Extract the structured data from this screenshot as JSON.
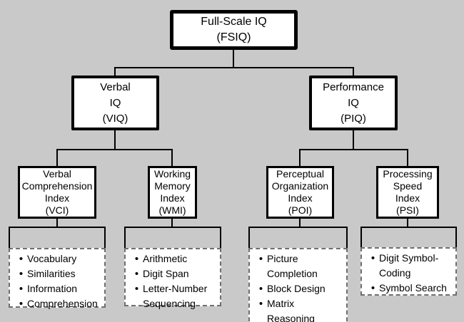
{
  "colors": {
    "background": "#c9c9c9",
    "box_fill": "#ffffff",
    "line": "#000000",
    "dashed_border": "#6f6f6f"
  },
  "bullet_icon": "•",
  "nodes": {
    "fsiq": {
      "line1": "Full-Scale IQ",
      "line2": "(FSIQ)"
    },
    "viq": {
      "line1": "Verbal",
      "line2": "IQ",
      "line3": "(VIQ)"
    },
    "piq": {
      "line1": "Performance",
      "line2": "IQ",
      "line3": "(PIQ)"
    },
    "vci": {
      "line1": "Verbal",
      "line2": "Comprehension",
      "line3": "Index",
      "line4": "(VCI)"
    },
    "wmi": {
      "line1": "Working",
      "line2": "Memory",
      "line3": "Index",
      "line4": "(WMI)"
    },
    "poi": {
      "line1": "Perceptual",
      "line2": "Organization",
      "line3": "Index",
      "line4": "(POI)"
    },
    "psi": {
      "line1": "Processing",
      "line2": "Speed",
      "line3": "Index",
      "line4": "(PSI)"
    }
  },
  "subtests": {
    "vci": [
      "Vocabulary",
      "Similarities",
      "Information",
      "Comprehension"
    ],
    "wmi": [
      "Arithmetic",
      "Digit Span",
      "Letter-Number Sequencing"
    ],
    "poi": [
      "Picture Completion",
      "Block Design",
      "Matrix Reasoning"
    ],
    "psi": [
      "Digit Symbol-Coding",
      "Symbol Search"
    ]
  }
}
